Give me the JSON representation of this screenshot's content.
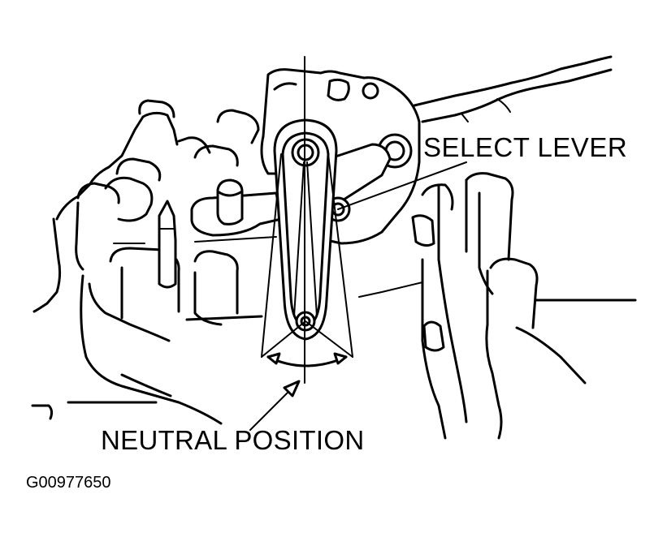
{
  "labels": {
    "select_lever": "SELECT LEVER",
    "neutral_position": "NEUTRAL POSITION",
    "figure_code": "G00977650"
  },
  "colors": {
    "ink": "#000000",
    "paper": "#ffffff"
  }
}
